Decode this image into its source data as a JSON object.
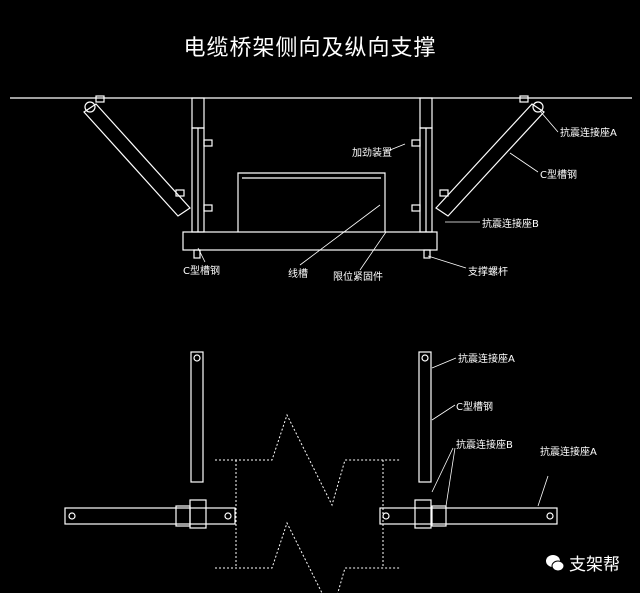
{
  "title": "电缆桥架侧向及纵向支撑",
  "top_view": {
    "labels": {
      "seat_a": "抗震连接座A",
      "channel_right": "C型槽钢",
      "stiffener": "加劲装置",
      "seat_b": "抗震连接座B",
      "channel_bottom": "C型槽钢",
      "tray": "线槽",
      "limit_fastener": "限位紧固件",
      "support_rod": "支撑螺杆"
    }
  },
  "bottom_view": {
    "labels": {
      "seat_a_top": "抗震连接座A",
      "channel": "C型槽钢",
      "seat_b": "抗震连接座B",
      "seat_a_right": "抗震连接座A"
    }
  },
  "watermark": {
    "icon": "wechat-icon",
    "text": "支架帮"
  },
  "colors": {
    "background": "#000000",
    "line": "#ffffff"
  }
}
